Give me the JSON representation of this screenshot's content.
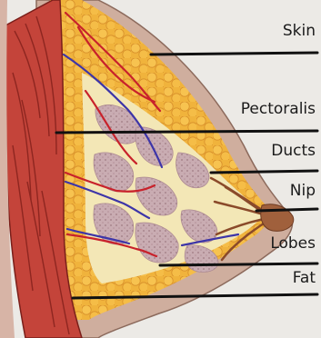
{
  "labels": {
    "skin": "Skin",
    "pectoralis": "Pectoralis",
    "ducts": "Ducts",
    "nip": "Nip",
    "lobes": "Lobes",
    "fat": "Fat"
  },
  "colors": {
    "background": "#eceae6",
    "skin": "#cfae9e",
    "fat": "#f0b33c",
    "muscle": "#c4443a",
    "gland_fill": "#f3e7b6",
    "lobule": "#c6a8ae",
    "duct": "#8a4a2a",
    "artery": "#c8222b",
    "vein": "#3d35a8",
    "leader_line": "#111111"
  }
}
